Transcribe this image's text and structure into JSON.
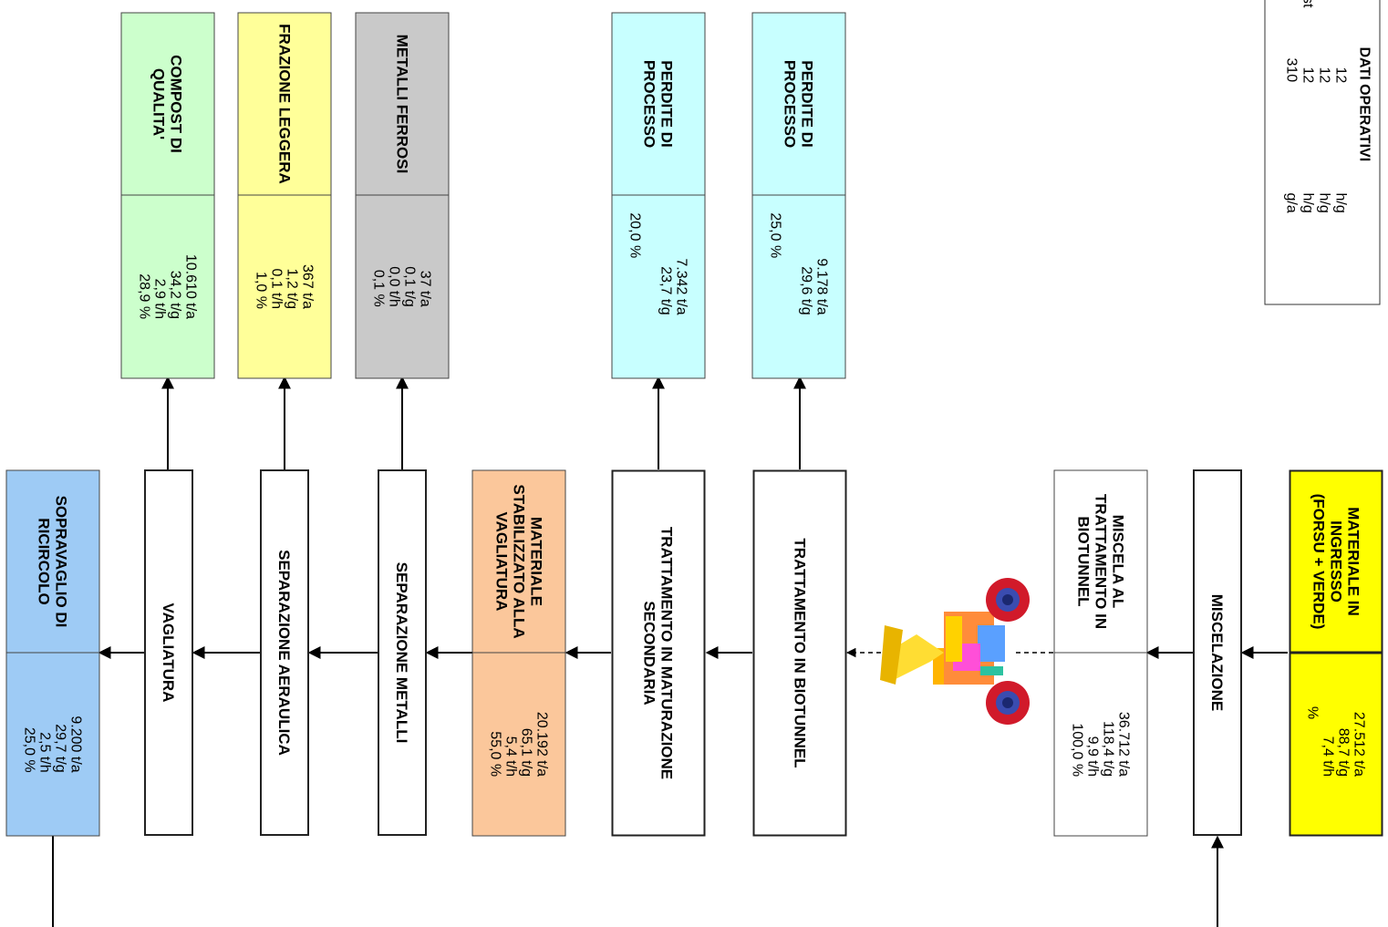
{
  "colors": {
    "input": "#ffff00",
    "stabilized": "#fbc79b",
    "recycle": "#9ecbf5",
    "losses": "#c8ffff",
    "metals": "#c9c9c9",
    "light_fraction": "#ffff99",
    "compost": "#ccffcc",
    "white": "#ffffff"
  },
  "operating_data": {
    "title": "DATI OPERATIVI",
    "rows": [
      {
        "label": "",
        "value": "12",
        "unit": "h/g"
      },
      {
        "label": "",
        "value": "12",
        "unit": "h/g"
      },
      {
        "label": "e compost",
        "value": "12",
        "unit": "h/g"
      },
      {
        "label": "",
        "value": "310",
        "unit": "g/a"
      }
    ]
  },
  "process": {
    "input": {
      "title": "MATERIALE IN\nINGRESSO\n(FORSU + VERDE)",
      "lines": [
        "27.512 t/a",
        "88,7 t/g",
        "7,4 t/h",
        "%"
      ]
    },
    "mixing": {
      "title": "MISCELAZIONE"
    },
    "mix_to_biotunnel": {
      "title": "MISCELA AL\nTRATTAMENTO IN\nBIOTUNNEL",
      "lines": [
        "36.712 t/a",
        "118,4 t/g",
        "9,9 t/h",
        "100,0 %"
      ]
    },
    "biotunnel": {
      "title": "TRATTAMENTO IN BIOTUNNEL"
    },
    "secondary": {
      "title": "TRATTAMENTO IN MATURAZIONE\nSECONDARIA"
    },
    "stabilized": {
      "title": "MATERIALE\nSTABILIZZATO ALLA\nVAGLIATURA",
      "lines": [
        "20.192 t/a",
        "65,1 t/g",
        "5,4 t/h",
        "55,0 %"
      ]
    },
    "metal_sep": {
      "title": "SEPARAZIONE METALLI"
    },
    "air_sep": {
      "title": "SEPARAZIONE AERAULICA"
    },
    "screening": {
      "title": "VAGLIATURA"
    },
    "oversize": {
      "title": "SOPRAVAGLIO DI\nRICIRCOLO",
      "lines": [
        "9.200 t/a",
        "29,7 t/g",
        "2,5 t/h",
        "25,0 %"
      ]
    }
  },
  "outputs": {
    "loss_biotunnel": {
      "title": "PERDITE DI\nPROCESSO",
      "lines": [
        "9.178 t/a",
        "29,6 t/g",
        "",
        "25,0 %"
      ]
    },
    "loss_secondary": {
      "title": "PERDITE DI\nPROCESSO",
      "lines": [
        "7.342 t/a",
        "23,7 t/g",
        "",
        "20,0 %"
      ]
    },
    "ferrous_metals": {
      "title": "METALLI FERROSI",
      "lines": [
        "37 t/a",
        "0,1 t/g",
        "0,0 t/h",
        "0,1 %"
      ]
    },
    "light_fraction": {
      "title": "FRAZIONE LEGGERA",
      "lines": [
        "367 t/a",
        "1,2 t/g",
        "0,1 t/h",
        "1,0 %"
      ]
    },
    "quality_compost": {
      "title": "COMPOST DI\nQUALITA'",
      "lines": [
        "10.610 t/a",
        "34,2 t/g",
        "2,9 t/h",
        "28,9 %"
      ]
    }
  },
  "icons": {
    "loader": "front-loader-icon"
  }
}
